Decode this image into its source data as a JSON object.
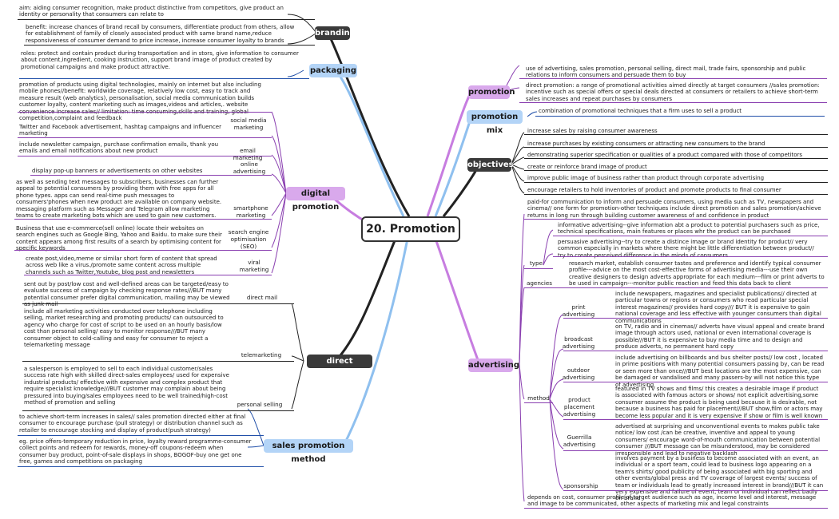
{
  "central_topic": "20. Promotion",
  "branches": {
    "branding": {
      "label": "branding",
      "aim": "aim: aiding consumer recognition, make product distinctive from competitors, give product an identity or personality that consumers can relate to",
      "benefit": "benefit: increase chances of brand recall by consumers, differentiate product from others, allow for establishment of family of closely associated product with same brand name,reduce responsiveness of consumer demand to price increase, increase consumer loyalty to brands"
    },
    "packaging": {
      "label": "packaging",
      "roles": "roles: protect and contain product during transportation and in stors, give information to consumer about content,ingredient, cooking instruction, support brand image of product created by promotional campaigns and make product attractive."
    },
    "digital_promotion": {
      "label": "digital promotion",
      "definition": "promotion of products using digital technologies, mainly on internet but also including mobile phones//benefit: worldwide coverage, relatively low cost, easy to track and measure result (web analytics), personalisation, social media communication builds customer loyalty, content marketing such as images,videos and articles,. website convenience increase sales// limitation: time consuming,skills and training, global competition,complaint and feedback",
      "social_media": {
        "label": "social media marketing",
        "text": "Twitter and Facebook advertisement, hashtag campaigns and influencer marketing"
      },
      "email": {
        "label": "email marketing",
        "text": "include newsletter campaign, purchase confirmation emails, thank you emails and email notifications about new product"
      },
      "online_ad": {
        "label": "online advertising",
        "text": "display pop-up banners or advertisements on other websites"
      },
      "smartphone": {
        "label": "smartphone marketing",
        "text": "as well as sending text messages to subscribers, businesses can further appeal to potential consumers by providing them with free apps for all phone types. apps can send real-time push messages to consumers'phones when new product are available on company website. messaging platform such as Messager and Telegram allow marketing teams to create marketing bots which are used to gain new customers."
      },
      "seo": {
        "label": "search engine optimisation (SEO)",
        "text": "Business that use e-commerce(sell online) locate their websites on search engines such as Google Bing, Yahoo and Baidu. to make sure their content appears among first results of a search by optimising content for specific keywords"
      },
      "viral": {
        "label": "viral marketing",
        "text": "create post,video,meme or similar short form of content that spread across web like a virus./promote same content across multiple channels such as Twitter,Youtube, blog post and newsletters"
      }
    },
    "direct_promotion": {
      "label": "direct promotion",
      "direct_mail": {
        "label": "direct mail",
        "text": "sent out by post/low cost and well-defined areas can be targeted/easy to evaluate success of campaign by checking response rates///BUT many potential consumer prefer digital communication, mailing may be viewed as junk mail"
      },
      "telemarketing": {
        "label": "telemarketing",
        "text": "include all marketing activities conducted over telephone including selling, market researching and promoting products/ can outsourced to agency who charge for cost of script to be used on an hourly basis/low cost than personal selling/ easy to monitor response///BUT many consumer object to cold-calling and easy for consumer to reject a telemarketing message"
      },
      "personal_selling": {
        "label": "personal selling",
        "text": "a salesperson is employed to sell to each individual customer/sales success rate high with skilled direct-sales employees/ used for expensive industrial products/ effective with expensive and complex product that require specialist knowledge///BUT customer may complain about being pressured into buying/sales employees need to be well trained/high-cost method of promotion and selling"
      }
    },
    "sales_promotion_method": {
      "label": "sales promotion method",
      "purpose": "to achieve short-term increases in sales// sales promotion directed either at final consumer to encourage purchase (pull strategy) or distribution channel such as retailer to encourage stocking and display of product(push strategy)",
      "examples": "eg. price offers-temporary reduction in price, loyalty reward programme-consumer collect points and redeem for rewards, money-off coupons-redeem when consumer buy product, point-of-sale displays in shops, BOGOF-buy one get one free, games and competitions on packaging"
    },
    "promotion": {
      "label": "promotion",
      "use": "use of advertising, sales promotion, personal selling, direct mail, trade fairs, sponsorship and public relations to inform consumers and persuade them to buy",
      "direct": "direct promotion: a range of promotional activities aimed directly at target consumers //sales promotion: incentive such as special offers or special deals directed at consumers or retailers to achieve short-term sales increases and repeat purchases by consumers"
    },
    "promotion_mix": {
      "label": "promotion mix",
      "text": "combination of promotional techniques that a firm uses to sell a product"
    },
    "objectives": {
      "label": "objectives",
      "items": [
        "increase sales by raising consumer awareness",
        "increase purchases by existing consumers or attracting new consumers to the brand",
        "demonstrating superior specification or qualities of a product compared with those of competitors",
        "create or reinforce brand image of product",
        "improve public image of business rather than product through corporate advertising",
        "encourage retailers to hold inventories of product and promote products to final consumer"
      ]
    },
    "advertising": {
      "label": "advertising",
      "definition": "paid-for communication to inform and persuade consumers, using media such as TV, newspapers and cinema// one form for promotion-other techniques include direct promotion and sales promotion/achieve returns in long run through building customer awareness of and confidence in product",
      "type": {
        "label": "type",
        "informative": "informative advertising--give information abt a product to potential purchasers such as price, technical specifications, main features or places whr the product can be purchased",
        "persuasive": "persuasive advertising--try to create a distince image or brand identity for product// very common especially in markets where there might be little differentiation between product// try to create perceived difference in the minds of consumers"
      },
      "agencies": {
        "label": "agencies",
        "text": "research market, establish consumer tastes and preference and identify typical consumer profile---advice on the most cost-effective forms of advertising media---use their own creative designers to design adverts appropriate for each medium---film or print adverts to be used in campaign---monitor public reaction and feed this data back to client"
      },
      "method": {
        "label": "method",
        "print": {
          "label": "print advertising",
          "text": "include newspapers, magazines and specialist publications// directed at particular towns or regions or consumers who read particular special interest magazines// provides hard copy/// BUT it is expensive to gain national coverage and less effective with younger consumers than digital communications"
        },
        "broadcast": {
          "label": "broadcast advertising",
          "text": "on TV, radio and in cinemas// adverts have visual appeal and create brand image through actors used, national or even international coverage is possible///BUT it is expensive to buy media time and to design and produce adverts, no permanent hard copy"
        },
        "outdoor": {
          "label": "outdoor advertising",
          "text": "include advertising on billboards and bus shelter posts// low cost , located in prime positions with many potential consumers passing by, can be read or seen more than once///BUT best locations are the most expensive, can be damaged or vandalised and many passers-by will not notice this type of advertising"
        },
        "product_placement": {
          "label": "product placement advertising",
          "text": "featured in TV shows and films/ this creates a desirable image if product is associated with famous actors or shows/ not explicit advertising,some consumer assume the product is being used because it is desirable, not because a business has paid for placement///BUT show,film or actors may become less popular and it is very expensive if show or film is well known"
        },
        "guerrilla": {
          "label": "Guerrilla advertising",
          "text": "advertised at surprising and unconventional events to makes public take notice/ low cost /can be creative, inventive and appeal to young consumers/ encourage word-of-mouth communication between potential consumer ///BUT message can be misunderstood, may be considered irresponsible and lead to negative backlash"
        },
        "sponsorship": {
          "label": "sponsorship",
          "text": "involves payment by a business to become associated with an event, an individual or a sport team, could lead to business logo appearing on a team's shirts/ good publicity of being associated with big sporting and other events/global press and TV coverage of largest events/ success of team or individuals lead to greatly increased interest in brand///BUT it can very expensive and failure of event, team or individual can reflect badly on brand"
        }
      },
      "choice": "depends on cost, consumer profile of target audience such as age, income level and interest, message and image to be communicated, other aspects of marketing mix and legal constraints"
    }
  }
}
